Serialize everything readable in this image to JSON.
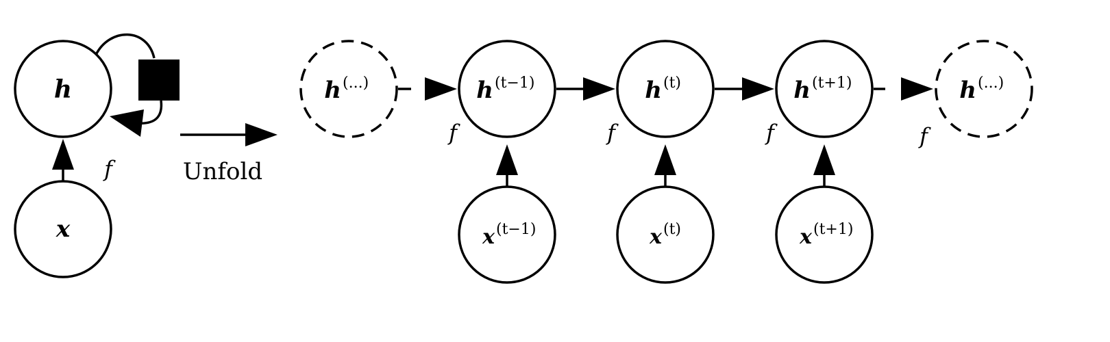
{
  "folded": {
    "hidden": {
      "symbol": "h",
      "sup": ""
    },
    "input": {
      "symbol": "x",
      "sup": ""
    },
    "f_label": "f"
  },
  "unfold_label": "Unfold",
  "unrolled": {
    "hidden_nodes": [
      {
        "symbol": "h",
        "sup": "(...)",
        "dashed": true
      },
      {
        "symbol": "h",
        "sup": "(t−1)",
        "dashed": false
      },
      {
        "symbol": "h",
        "sup": "(t)",
        "dashed": false
      },
      {
        "symbol": "h",
        "sup": "(t+1)",
        "dashed": false
      },
      {
        "symbol": "h",
        "sup": "(...)",
        "dashed": true
      }
    ],
    "input_nodes": [
      {
        "symbol": "x",
        "sup": "(t−1)"
      },
      {
        "symbol": "x",
        "sup": "(t)"
      },
      {
        "symbol": "x",
        "sup": "(t+1)"
      }
    ],
    "f_labels": [
      "f",
      "f",
      "f",
      "f"
    ]
  }
}
